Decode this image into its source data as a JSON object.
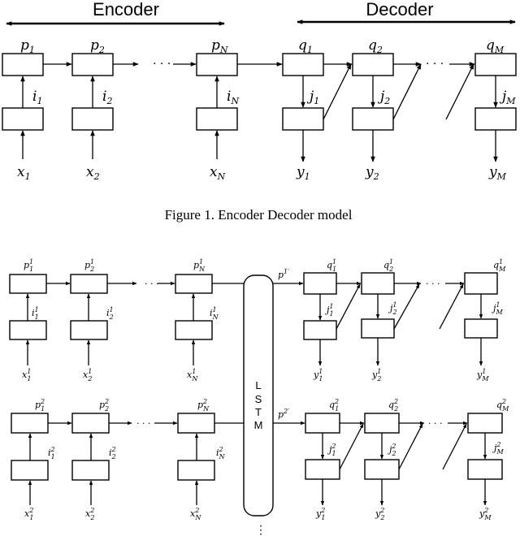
{
  "figure1": {
    "encoder_label": "Encoder",
    "decoder_label": "Decoder",
    "caption": "Figure 1.  Encoder Decoder model",
    "enc_p": [
      {
        "b": "p",
        "s": "1"
      },
      {
        "b": "p",
        "s": "2"
      },
      {
        "b": "p",
        "s": "N"
      }
    ],
    "enc_i": [
      {
        "b": "i",
        "s": "1"
      },
      {
        "b": "i",
        "s": "2"
      },
      {
        "b": "i",
        "s": "N"
      }
    ],
    "enc_x": [
      {
        "b": "x",
        "s": "1"
      },
      {
        "b": "x",
        "s": "2"
      },
      {
        "b": "x",
        "s": "N"
      }
    ],
    "dec_q": [
      {
        "b": "q",
        "s": "1"
      },
      {
        "b": "q",
        "s": "2"
      },
      {
        "b": "q",
        "s": "M"
      }
    ],
    "dec_j": [
      {
        "b": "j",
        "s": "1"
      },
      {
        "b": "j",
        "s": "2"
      },
      {
        "b": "j",
        "s": "M"
      }
    ],
    "dec_y": [
      {
        "b": "y",
        "s": "1"
      },
      {
        "b": "y",
        "s": "2"
      },
      {
        "b": "y",
        "s": "M"
      }
    ],
    "ellipsis": "· · ·"
  },
  "figure2": {
    "lstm_letters": [
      "L",
      "S",
      "T",
      "M"
    ],
    "vertical_ellipsis": "⋮",
    "rows": [
      {
        "sup": "1",
        "enc_p": [
          {
            "b": "p",
            "s": "1"
          },
          {
            "b": "p",
            "s": "2"
          },
          {
            "b": "p",
            "s": "N"
          }
        ],
        "enc_i": [
          {
            "b": "i",
            "s": "1"
          },
          {
            "b": "i",
            "s": "2"
          },
          {
            "b": "i",
            "s": "N"
          }
        ],
        "enc_x": [
          {
            "b": "x",
            "s": "1"
          },
          {
            "b": "x",
            "s": "2"
          },
          {
            "b": "x",
            "s": "N"
          }
        ],
        "pprime": "p",
        "pprime_sup": "1′",
        "dec_q": [
          {
            "b": "q",
            "s": "1"
          },
          {
            "b": "q",
            "s": "2"
          },
          {
            "b": "q",
            "s": "M"
          }
        ],
        "dec_j": [
          {
            "b": "j",
            "s": "1"
          },
          {
            "b": "j",
            "s": "2"
          },
          {
            "b": "j",
            "s": "M"
          }
        ],
        "dec_y": [
          {
            "b": "y",
            "s": "1"
          },
          {
            "b": "y",
            "s": "2"
          },
          {
            "b": "y",
            "s": "M"
          }
        ]
      },
      {
        "sup": "2",
        "enc_p": [
          {
            "b": "p",
            "s": "1"
          },
          {
            "b": "p",
            "s": "2"
          },
          {
            "b": "p",
            "s": "N"
          }
        ],
        "enc_i": [
          {
            "b": "i",
            "s": "1"
          },
          {
            "b": "i",
            "s": "2"
          },
          {
            "b": "i",
            "s": "N"
          }
        ],
        "enc_x": [
          {
            "b": "x",
            "s": "1"
          },
          {
            "b": "x",
            "s": "2"
          },
          {
            "b": "x",
            "s": "N"
          }
        ],
        "pprime": "p",
        "pprime_sup": "2′",
        "dec_q": [
          {
            "b": "q",
            "s": "1"
          },
          {
            "b": "q",
            "s": "2"
          },
          {
            "b": "q",
            "s": "M"
          }
        ],
        "dec_j": [
          {
            "b": "j",
            "s": "1"
          },
          {
            "b": "j",
            "s": "2"
          },
          {
            "b": "j",
            "s": "M"
          }
        ],
        "dec_y": [
          {
            "b": "y",
            "s": "1"
          },
          {
            "b": "y",
            "s": "2"
          },
          {
            "b": "y",
            "s": "M"
          }
        ]
      }
    ],
    "ellipsis": "· · ·"
  }
}
